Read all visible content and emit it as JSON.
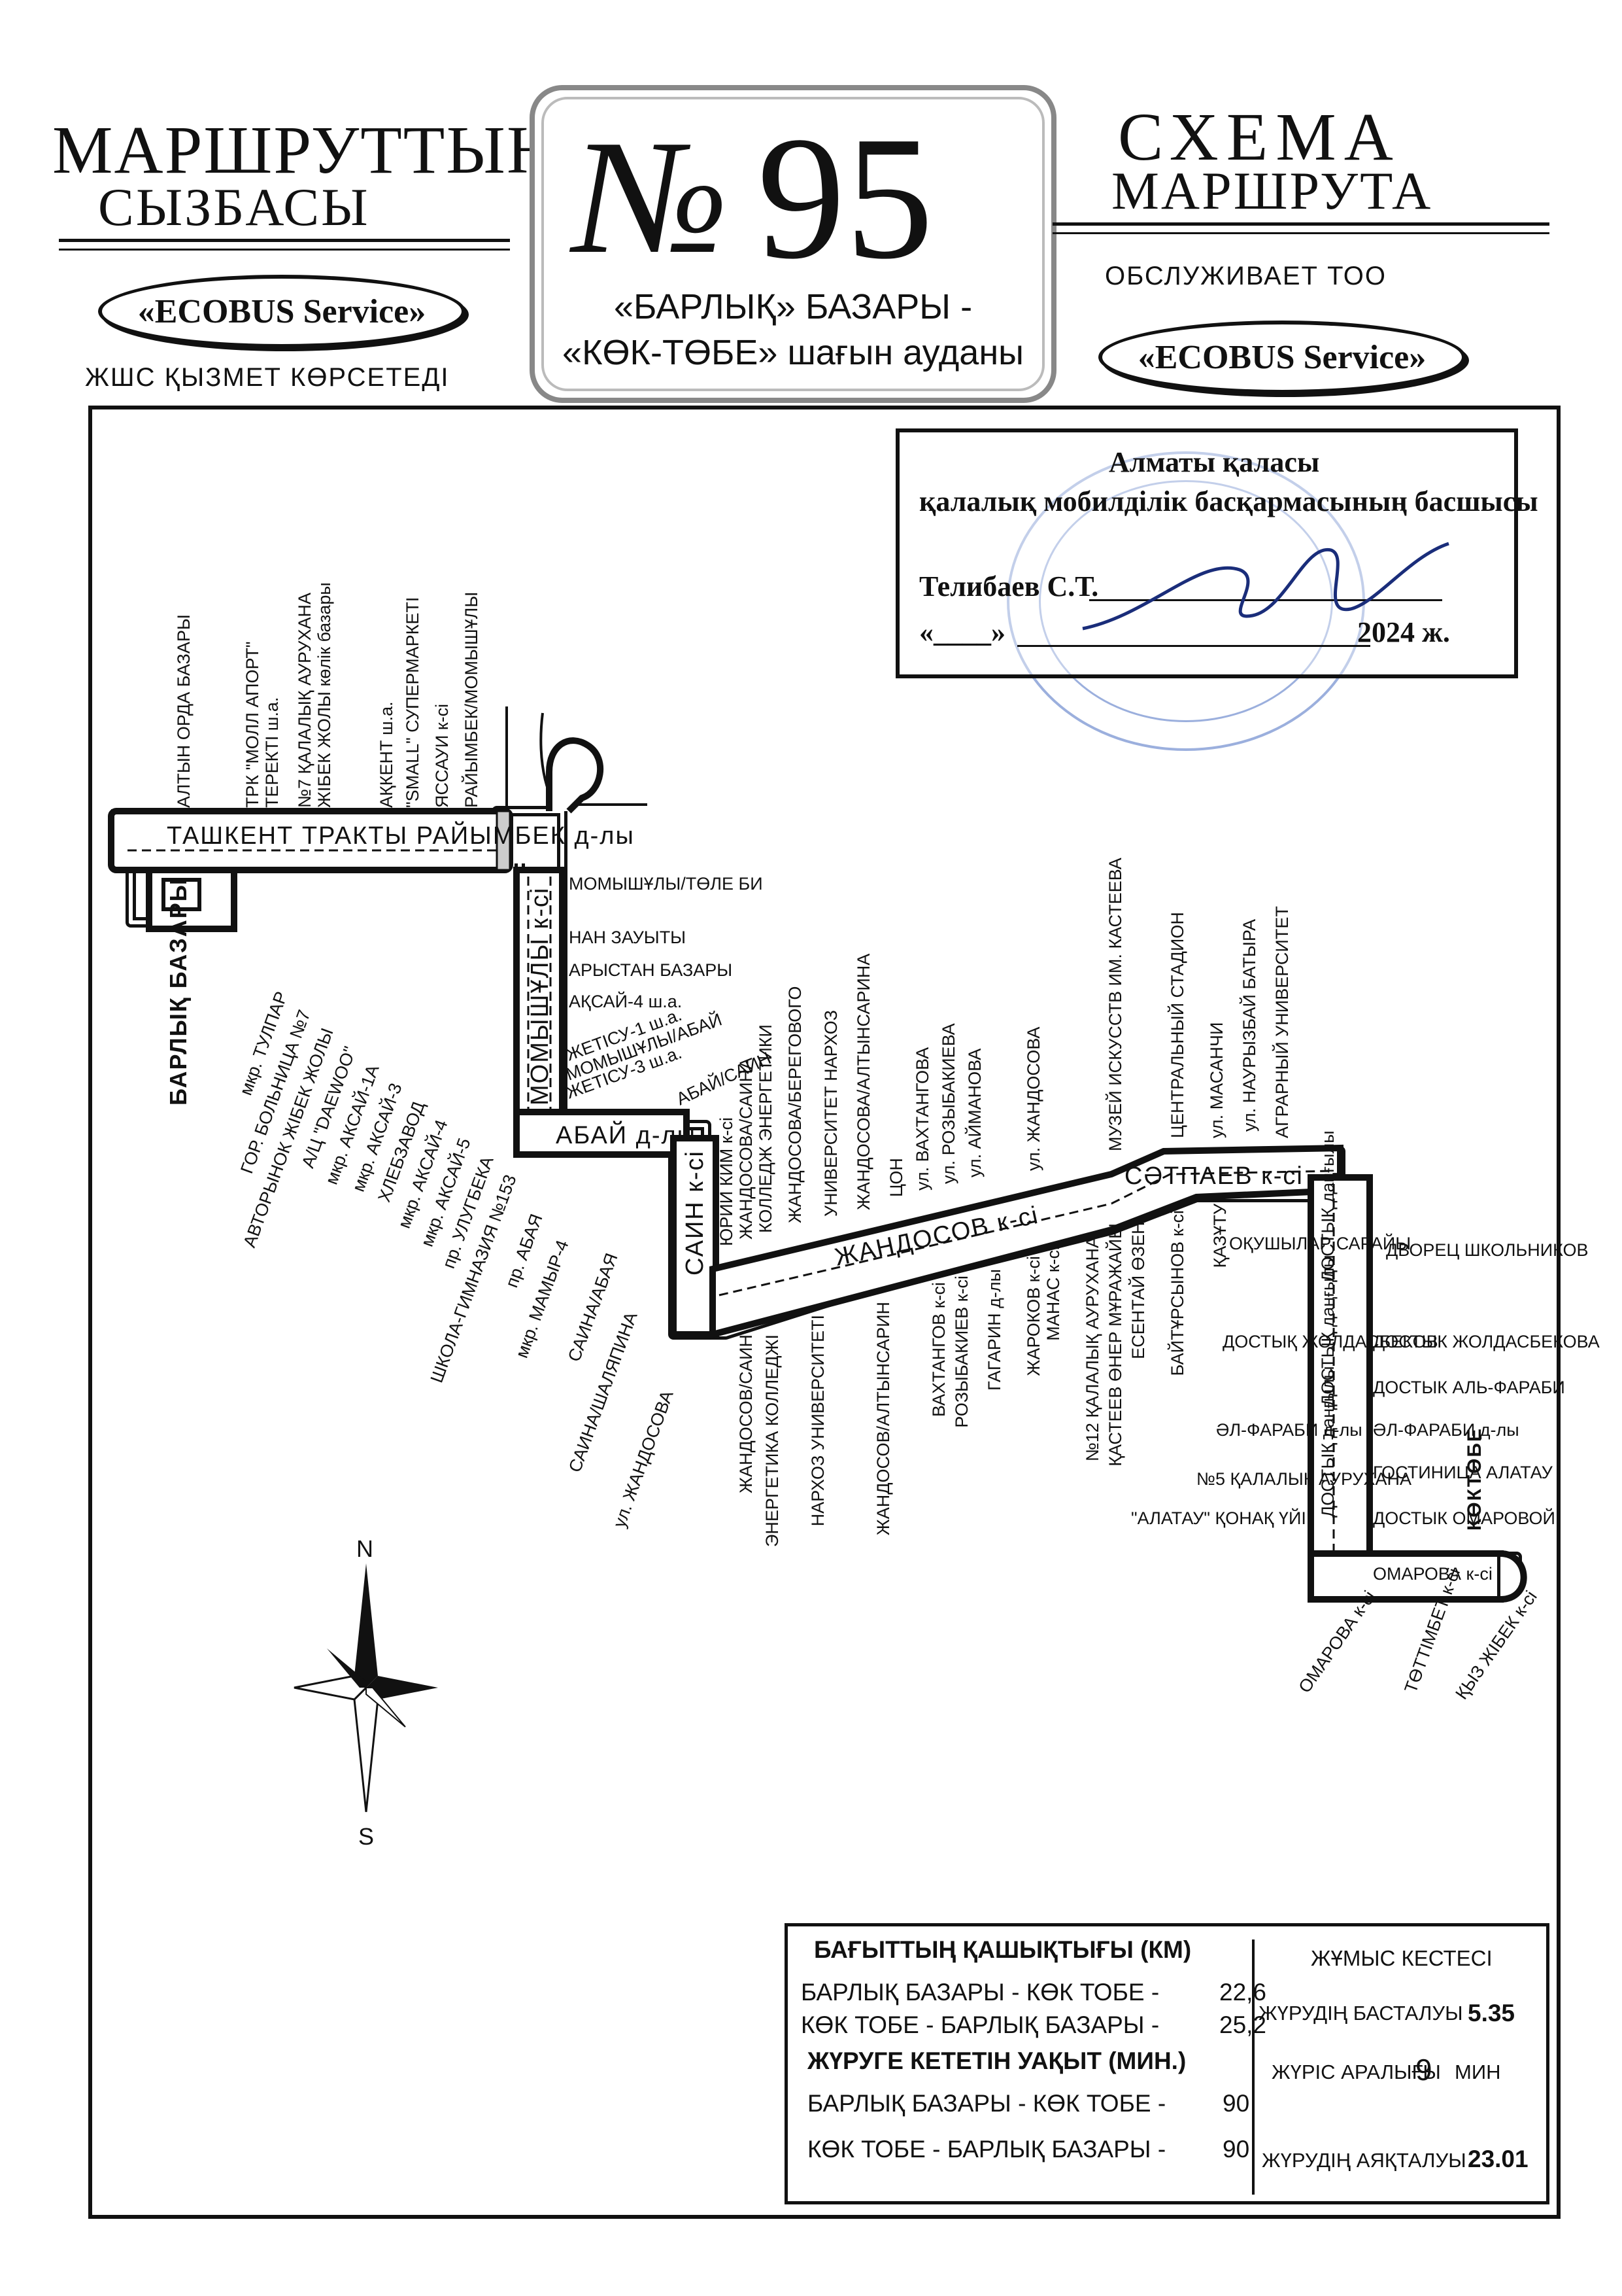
{
  "header": {
    "left_line1": "МАРШРУТТЫҢ",
    "left_line2": "СЫЗБАСЫ",
    "left_oval": "«ECOBUS Service»",
    "left_sub": "ЖШС  ҚЫЗМЕТ КӨРСЕТЕДІ",
    "number_sign": "№",
    "number": "95",
    "route_line1": "«БАРЛЫҚ» БАЗАРЫ -",
    "route_line2": "«КӨК-ТӨБЕ» шағын ауданы",
    "right_line1": "СХЕМА",
    "right_line2": "МАРШРУТА",
    "right_sub": "ОБСЛУЖИВАЕТ  ТОО",
    "right_oval": "«ECOBUS Service»"
  },
  "approval": {
    "line1": "Алматы қаласы",
    "line2": "қалалық мобилділік басқармасының басшысы",
    "signer": "Телибаев С.Т.",
    "date_open": "«____»",
    "date_year": "2024 ж."
  },
  "map": {
    "streets": {
      "tashkent": "ТАШКЕНТ ТРАКТЫ  РАЙЫМБЕК д-лы",
      "momyshuly": "МОМЫШҰЛЫ к-сі",
      "abai": "АБАЙ д-лы",
      "sain": "САИН к-сі",
      "zhandosov": "ЖАНДОСОВ к-сі",
      "satpaev": "СӘТПАЕВ к-сі",
      "barlyk": "БАРЛЫҚ БАЗАРЫ",
      "koktobe": "КӨКТӨБЕ"
    },
    "stops_top": [
      "АЛТЫН ОРДА БАЗАРЫ",
      "ТРК \"МОЛЛ АПОРТ\"",
      "ТЕРЕКТІ ш.а.",
      "№7 ҚАЛАЛЫҚ АУРУХАНА",
      "ЖІБЕК ЖОЛЫ көлік базары",
      "АҚКЕНТ ш.а.",
      "\"SMALL\" СУПЕРМАРКЕТІ",
      "ЯССАУИ к-сі",
      "РАЙЫМБЕК/МОМЫШҰЛЫ"
    ],
    "stops_left_diag": [
      "мкр. ТУЛПАР",
      "ГОР. БОЛЬНИЦА №7",
      "АВТОРЫНОК ЖІБЕК ЖОЛЫ",
      "А/Ц \"DAEWOO\"",
      "мкр. АКСАЙ-1А",
      "мкр. АКСАЙ-3",
      "ХЛЕБЗАВОД",
      "мкр. АКСАЙ-4",
      "мкр. АКСАЙ-5",
      "пр. УЛУГБЕКА",
      "ШКОЛА-ГИМНАЗИЯ №153"
    ],
    "stops_momyshuly": [
      "МОМЫШҰЛЫ/ТӨЛЕ БИ",
      "НАН ЗАУЫТЫ",
      "АРЫСТАН БАЗАРЫ",
      "АҚСАЙ-4 ш.а.",
      "ЖЕТІСУ-1 ш.а.",
      "МОМЫШҰЛЫ/АБАЙ",
      "ЖЕТІСУ-3 ш.а."
    ],
    "stops_abai": [
      "пр. АБАЯ",
      "мкр. МАМЫР-4",
      "САИНА/АБАЯ",
      "САИНА/ШАЛЯПИНА",
      "ул. ЖАНДОСОВА",
      "АБАЙ/САИН"
    ],
    "stops_zhandosov_up": [
      "ЮРИЙ КИМ к-сі",
      "ЖАНДОСОВА/САИНА",
      "КОЛЛЕДЖ ЭНЕРГЕТИКИ",
      "ЖАНДОСОВА/БЕРЕГОВОГО",
      "УНИВЕРСИТЕТ НАРХОЗ",
      "ЖАНДОСОВА/АЛТЫНСАРИНА",
      "ЦОН",
      "ул. ВАХТАНГОВА",
      "ул. РОЗЫБАКИЕВА",
      "ул. АЙМАНОВА",
      "ул. ЖАНДОСОВА",
      "МУЗЕЙ ИСКУССТВ ИМ. КАСТЕЕВА",
      "ЦЕНТРАЛЬНЫЙ СТАДИОН",
      "ул. МАСАНЧИ",
      "ул. НАУРЫЗБАЙ БАТЫРА",
      "АГРАРНЫЙ УНИВЕРСИТЕТ"
    ],
    "stops_zhandosov_down": [
      "ЖАНДОСОВ/САИН",
      "ЭНЕРГЕТИКА КОЛЛЕДЖІ",
      "НАРХОЗ УНИВЕРСИТЕТІ",
      "ЖАНДОСОВ/АЛТЫНСАРИН",
      "ВАХТАНГОВ к-сі",
      "РОЗЫБАКИЕВ к-сі",
      "ГАГАРИН д-лы",
      "ЖАРОКОВ к-сі",
      "МАНАС к-сі",
      "№12 ҚАЛАЛЫҚ АУРУХАНА",
      "ҚАСТЕЕВ ӨНЕР МҰРАЖАЙЫ",
      "ЕСЕНТАЙ ӨЗЕНІ",
      "БАЙТҰРСЫНОВ к-сі",
      "ҚАЗҰТУ"
    ],
    "stops_dostyk": [
      "ОҚУШЫЛАР САРАЙЫ",
      "ДВОРЕЦ ШКОЛЬНИКОВ",
      "ДОСТЫҚ ЖОЛДАСБЕКОВ",
      "ДОСТЫК ЖОЛДАСБЕКОВА",
      "ДОСТЫК АЛЬ-ФАРАБИ",
      "ӘЛ-ФАРАБИ д-лы",
      "ӘЛ-ФАРАБИ д-лы",
      "№5 ҚАЛАЛЫҚ АУРУХАНА",
      "ГОСТИНИЦА АЛАТАУ",
      "\"АЛАТАУ\" ҚОНАҚ ҮЙІ",
      "ДОСТЫК ОМАРОВОЙ",
      "ДОСТЫҚ даңғылы",
      "ДОСТЫҚ даңғылы",
      "ДОСТЫҚ даңғылы",
      "ОМАРОВА к-сі"
    ],
    "stops_end": [
      "ОМАРОВА к-сі",
      "ТӨТТІМБЕТ к-сі",
      "ҚЫЗ ЖІБЕК к-сі"
    ],
    "compass_n": "N",
    "compass_s": "S"
  },
  "info": {
    "dist_title": "БАҒЫТТЫҢ ҚАШЫҚТЫҒЫ (КМ)",
    "dist_rows": [
      {
        "label": "БАРЛЫҚ БАЗАРЫ - КӨК ТОБЕ -",
        "value": "22,6"
      },
      {
        "label": "КӨК ТОБЕ - БАРЛЫҚ БАЗАРЫ -",
        "value": "25,2"
      }
    ],
    "time_title": "ЖҮРУГЕ КЕТЕТІН УАҚЫТ (МИН.)",
    "time_rows": [
      {
        "label": "БАРЛЫҚ БАЗАРЫ - КӨК ТОБЕ -",
        "value": "90"
      },
      {
        "label": "КӨК ТОБЕ - БАРЛЫҚ БАЗАРЫ -",
        "value": "90"
      }
    ],
    "schedule_title": "ЖҰМЫС КЕСТЕСІ",
    "start_label": "ЖҮРУДІҢ БАСТАЛУЫ",
    "start_value": "5.35",
    "interval_label": "ЖҮРІС АРАЛЫҒЫ",
    "interval_value": "9",
    "interval_unit": "МИН",
    "end_label": "ЖҮРУДІҢ АЯҚТАЛУЫ",
    "end_value": "23.01"
  },
  "colors": {
    "ink": "#111111",
    "seal": "#4a6fc2",
    "signature": "#1a2d7a"
  }
}
